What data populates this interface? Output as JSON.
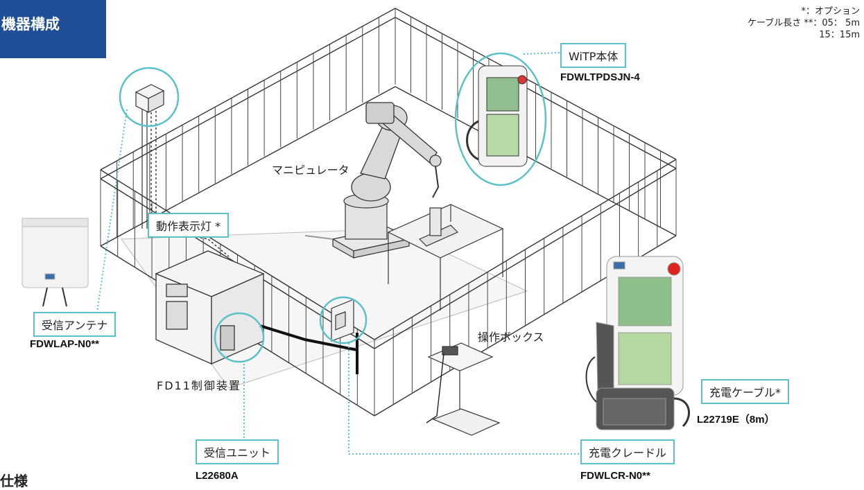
{
  "header": {
    "title": "機器構成"
  },
  "legend": {
    "option_marker": "*：オプション",
    "cable_length_label": "ケーブル長さ **：05：  5m",
    "cable_length_15": "15：15m"
  },
  "labels": {
    "witp_body": "WiTP本体",
    "witp_code": "FDWLTPDSJN-4",
    "manipulator": "マニピュレータ",
    "indicator_lamp": "動作表示灯 *",
    "antenna": "受信アンテナ",
    "antenna_code": "FDWLAP-N0**",
    "controller": "FD11制御装置",
    "receiver_unit": "受信ユニット",
    "receiver_code": "L22680A",
    "operation_box": "操作ボックス",
    "charge_cable": "充電ケーブル*",
    "charge_cable_code": "L22719E（8m）",
    "cradle": "充電クレードル",
    "cradle_code": "FDWLCR-N0**"
  },
  "footer": {
    "partial_heading": "仕様"
  }
}
